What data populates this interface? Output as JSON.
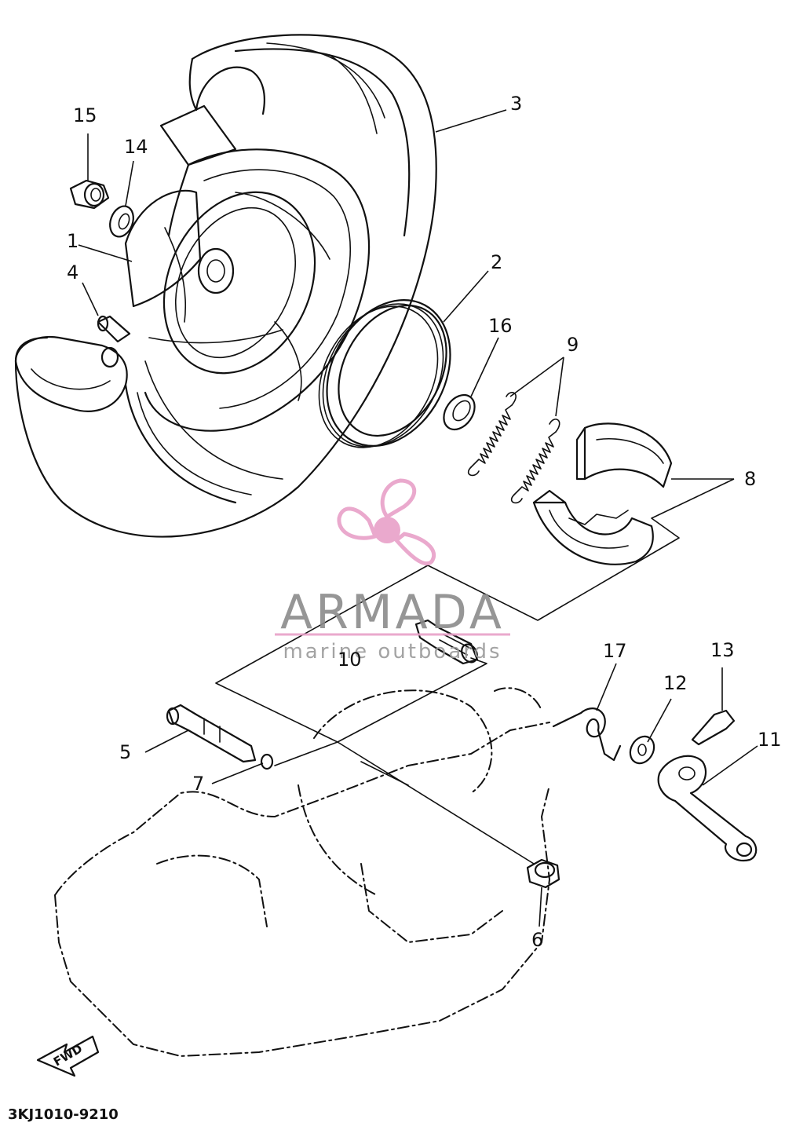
{
  "callouts": [
    {
      "id": "1",
      "label": "1"
    },
    {
      "id": "2",
      "label": "2"
    },
    {
      "id": "3",
      "label": "3"
    },
    {
      "id": "4",
      "label": "4"
    },
    {
      "id": "5",
      "label": "5"
    },
    {
      "id": "6",
      "label": "6"
    },
    {
      "id": "7",
      "label": "7"
    },
    {
      "id": "8",
      "label": "8"
    },
    {
      "id": "9",
      "label": "9"
    },
    {
      "id": "10",
      "label": "10"
    },
    {
      "id": "11",
      "label": "11"
    },
    {
      "id": "12",
      "label": "12"
    },
    {
      "id": "13",
      "label": "13"
    },
    {
      "id": "14",
      "label": "14"
    },
    {
      "id": "15",
      "label": "15"
    },
    {
      "id": "16",
      "label": "16"
    },
    {
      "id": "17",
      "label": "17"
    }
  ],
  "direction_label": "FWD",
  "diagram_code": "3KJ1010-9210",
  "watermark": {
    "brand": "ARMADA",
    "tagline": "marine outboards",
    "color": "#e8a0c8"
  }
}
